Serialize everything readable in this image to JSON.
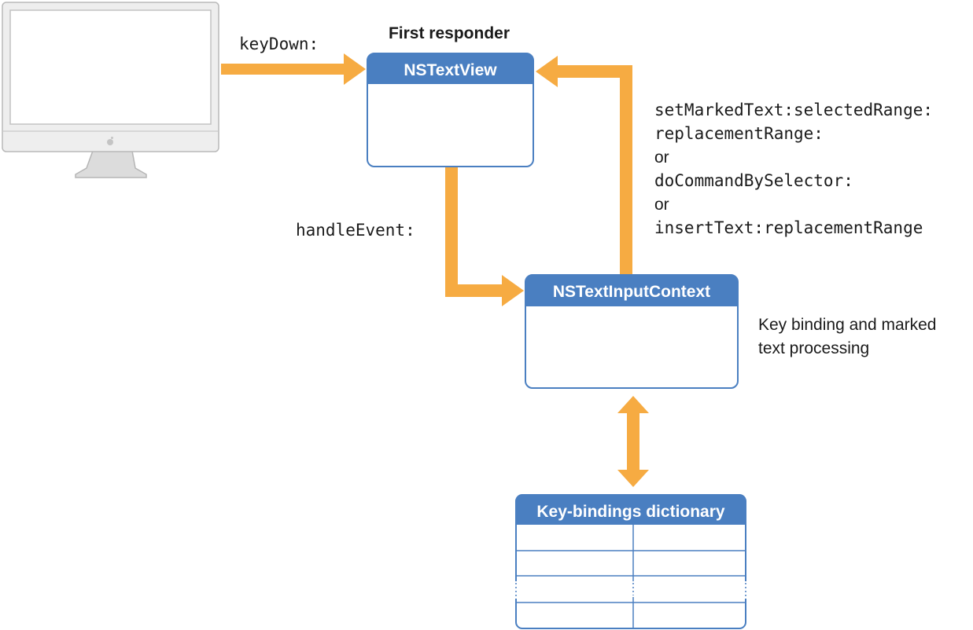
{
  "diagram": {
    "computer": {
      "name": "computer"
    },
    "labels": {
      "key_down": "keyDown:",
      "first_responder": "First responder",
      "handle_event": "handleEvent:",
      "callback_line1": "setMarkedText:selectedRange:",
      "callback_line2": "replacementRange:",
      "callback_or1": "or",
      "callback_line3": "doCommandBySelector:",
      "callback_or2": "or",
      "callback_line4": "insertText:replacementRange",
      "processing_line1": "Key binding and marked",
      "processing_line2": "text processing"
    },
    "boxes": {
      "text_view": {
        "title": "NSTextView"
      },
      "input_context": {
        "title": "NSTextInputContext"
      },
      "key_bindings": {
        "title": "Key-bindings dictionary"
      }
    },
    "colors": {
      "arrow": "#f6ab42",
      "box_header": "#4a7fc1",
      "box_border": "#4a7fc1",
      "monitor_frame": "#e6e6e6",
      "monitor_border": "#b9b9b9"
    }
  }
}
